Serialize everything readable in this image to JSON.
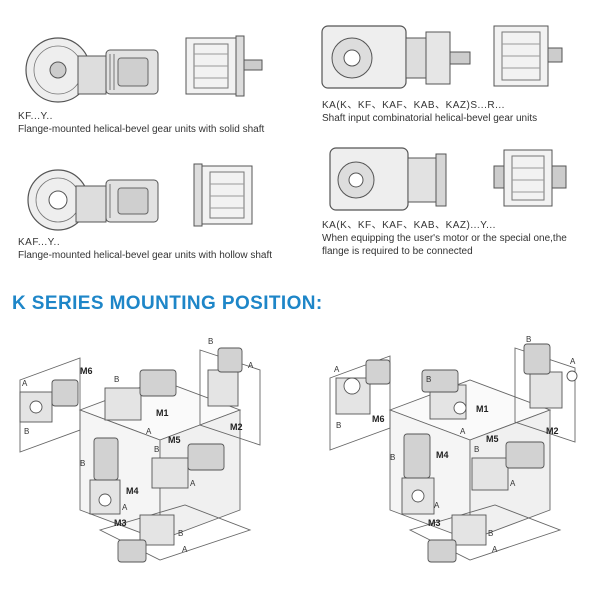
{
  "variants": [
    {
      "code": "KF...Y..",
      "desc": "Flange-mounted helical-bevel gear units with solid shaft"
    },
    {
      "code": "KAF...Y..",
      "desc": "Flange-mounted helical-bevel gear units with hollow shaft"
    },
    {
      "code": "KA(K、KF、KAF、KAB、KAZ)S...R...",
      "desc": "Shaft input combinatorial helical-bevel gear units"
    },
    {
      "code": "KA(K、KF、KAF、KAB、KAZ)...Y...",
      "desc": "When equipping the user's motor or the special one,the flange is required to be connected"
    }
  ],
  "section_title": "K SERIES MOUNTING POSITION:",
  "position_labels": {
    "m1": "M1",
    "m2": "M2",
    "m3": "M3",
    "m4": "M4",
    "m5": "M5",
    "m6": "M6",
    "a": "A",
    "b": "B"
  },
  "colors": {
    "title": "#1e86c8",
    "line": "#555555",
    "metal": "#d9d9d9",
    "dark": "#8a8a8a"
  }
}
